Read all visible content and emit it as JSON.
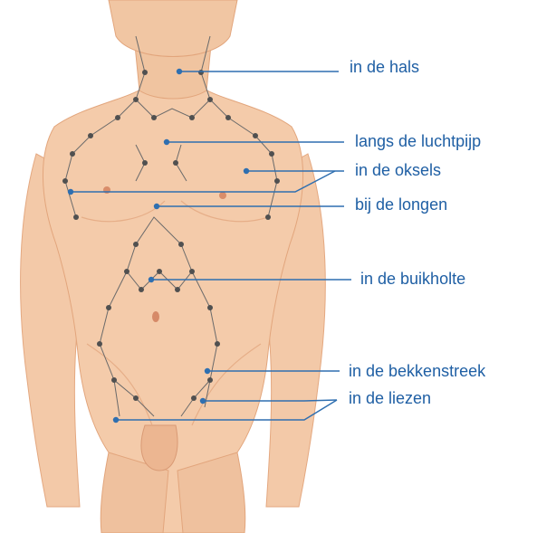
{
  "colors": {
    "line": "#2f6fb0",
    "label": "#1f5fa4",
    "skin": "#f3c9a8",
    "skin_shadow": "#e4a880",
    "node": "#555555"
  },
  "labels": [
    {
      "id": "hals",
      "text": "in de hals"
    },
    {
      "id": "luchtpijp",
      "text": "langs de luchtpijp"
    },
    {
      "id": "oksels",
      "text": "in de oksels"
    },
    {
      "id": "longen",
      "text": "bij de longen"
    },
    {
      "id": "buikholte",
      "text": "in de buikholte"
    },
    {
      "id": "bekkenstreek",
      "text": "in de bekkenstreek"
    },
    {
      "id": "liezen",
      "text": "in de liezen"
    }
  ]
}
